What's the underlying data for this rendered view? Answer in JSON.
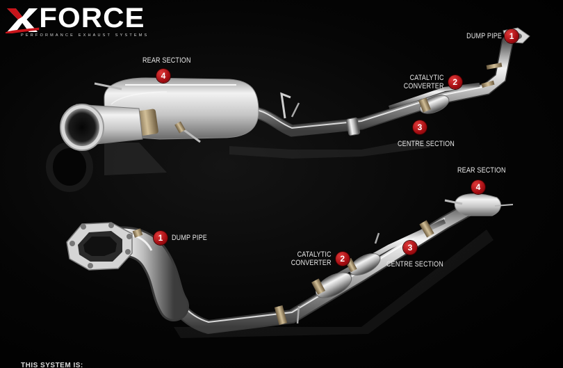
{
  "brand": {
    "logo_text": "FORCE",
    "logo_x": "X",
    "tagline": "PERFORMANCE EXHAUST SYSTEMS",
    "accent_color": "#c8141a"
  },
  "top_view": {
    "callouts": [
      {
        "number": "1",
        "label": "DUMP PIPE"
      },
      {
        "number": "2",
        "label_line1": "CATALYTIC",
        "label_line2": "CONVERTER"
      },
      {
        "number": "3",
        "label": "CENTRE SECTION"
      },
      {
        "number": "4",
        "label": "REAR SECTION"
      }
    ]
  },
  "bottom_view": {
    "callouts": [
      {
        "number": "1",
        "label": "DUMP PIPE"
      },
      {
        "number": "2",
        "label_line1": "CATALYTIC",
        "label_line2": "CONVERTER"
      },
      {
        "number": "3",
        "label": "CENTRE SECTION"
      },
      {
        "number": "4",
        "label": "REAR SECTION"
      }
    ]
  },
  "footer": {
    "text": "THIS SYSTEM IS:"
  }
}
